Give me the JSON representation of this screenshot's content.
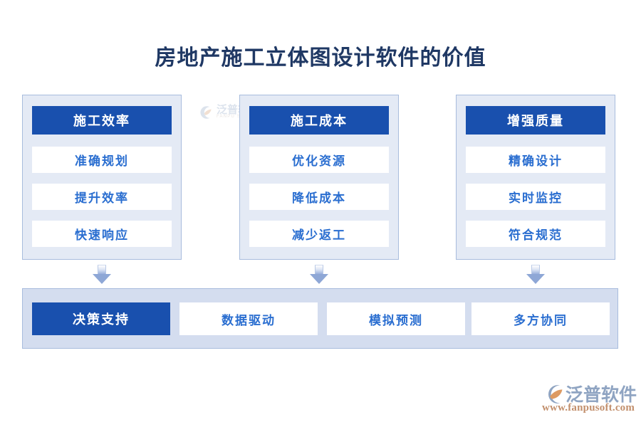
{
  "title": "房地产施工立体图设计软件的价值",
  "colors": {
    "title_text": "#1f3864",
    "header_blue": "#1950ae",
    "item_text_blue": "#2a6ed0",
    "panel_bg": "#e4eaf5",
    "panel_border": "#a8bcdd",
    "bottom_panel_bg": "#d4ddef",
    "arrow_blue": "#8ea7d6",
    "logo_gray_blue": "#8fa4c2",
    "logo_orange": "#c28f6c"
  },
  "columns": [
    {
      "header": "施工效率",
      "items": [
        "准确规划",
        "提升效率",
        "快速响应"
      ]
    },
    {
      "header": "施工成本",
      "items": [
        "优化资源",
        "降低成本",
        "减少返工"
      ]
    },
    {
      "header": "增强质量",
      "items": [
        "精确设计",
        "实时监控",
        "符合规范"
      ]
    }
  ],
  "arrows": {
    "icon": "arrow-down-icon",
    "count": 3
  },
  "bottom": {
    "items": [
      {
        "label": "决策支持",
        "highlighted": true
      },
      {
        "label": "数据驱动",
        "highlighted": false
      },
      {
        "label": "模拟预测",
        "highlighted": false
      },
      {
        "label": "多方协同",
        "highlighted": false
      }
    ]
  },
  "watermark": {
    "name": "泛普软件",
    "sub": "FANPU SOFTWARE",
    "icon": "fanpu-logo-icon"
  },
  "footer_logo": {
    "name": "泛普软件",
    "url": "www.fanpusoft.com",
    "icon": "fanpu-logo-icon"
  }
}
